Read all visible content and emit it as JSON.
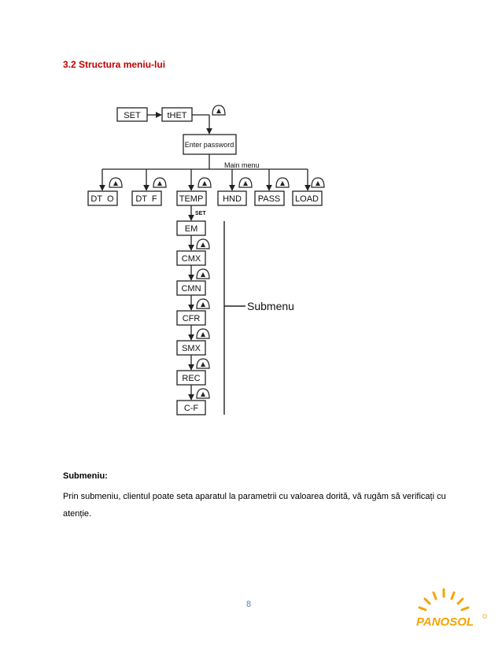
{
  "section": {
    "heading": "3.2 Structura meniu-lui"
  },
  "diagram": {
    "set": "SET",
    "thet": "tHET",
    "enter_password": "Enter password",
    "main_menu_label": "Main menu",
    "main_items": [
      "DT  O",
      "DT  F",
      "TEMP",
      "HND",
      "PASS",
      "LOAD"
    ],
    "set_small": "SET",
    "sub_items": [
      "EM",
      "CMX",
      "CMN",
      "CFR",
      "SMX",
      "REC",
      "C-F"
    ],
    "submenu_label": "Submenu"
  },
  "body": {
    "subheading": "Submeniu:",
    "paragraph": "Prin submeniu, clientul poate seta aparatul la parametrii cu valoarea dorită, vă rugăm să verificați cu atenție."
  },
  "footer": {
    "page_number": "8",
    "logo_text": "PANOSOL"
  },
  "colors": {
    "heading": "#c00000",
    "page_number": "#4f81bd",
    "logo_orange": "#f5a400"
  }
}
